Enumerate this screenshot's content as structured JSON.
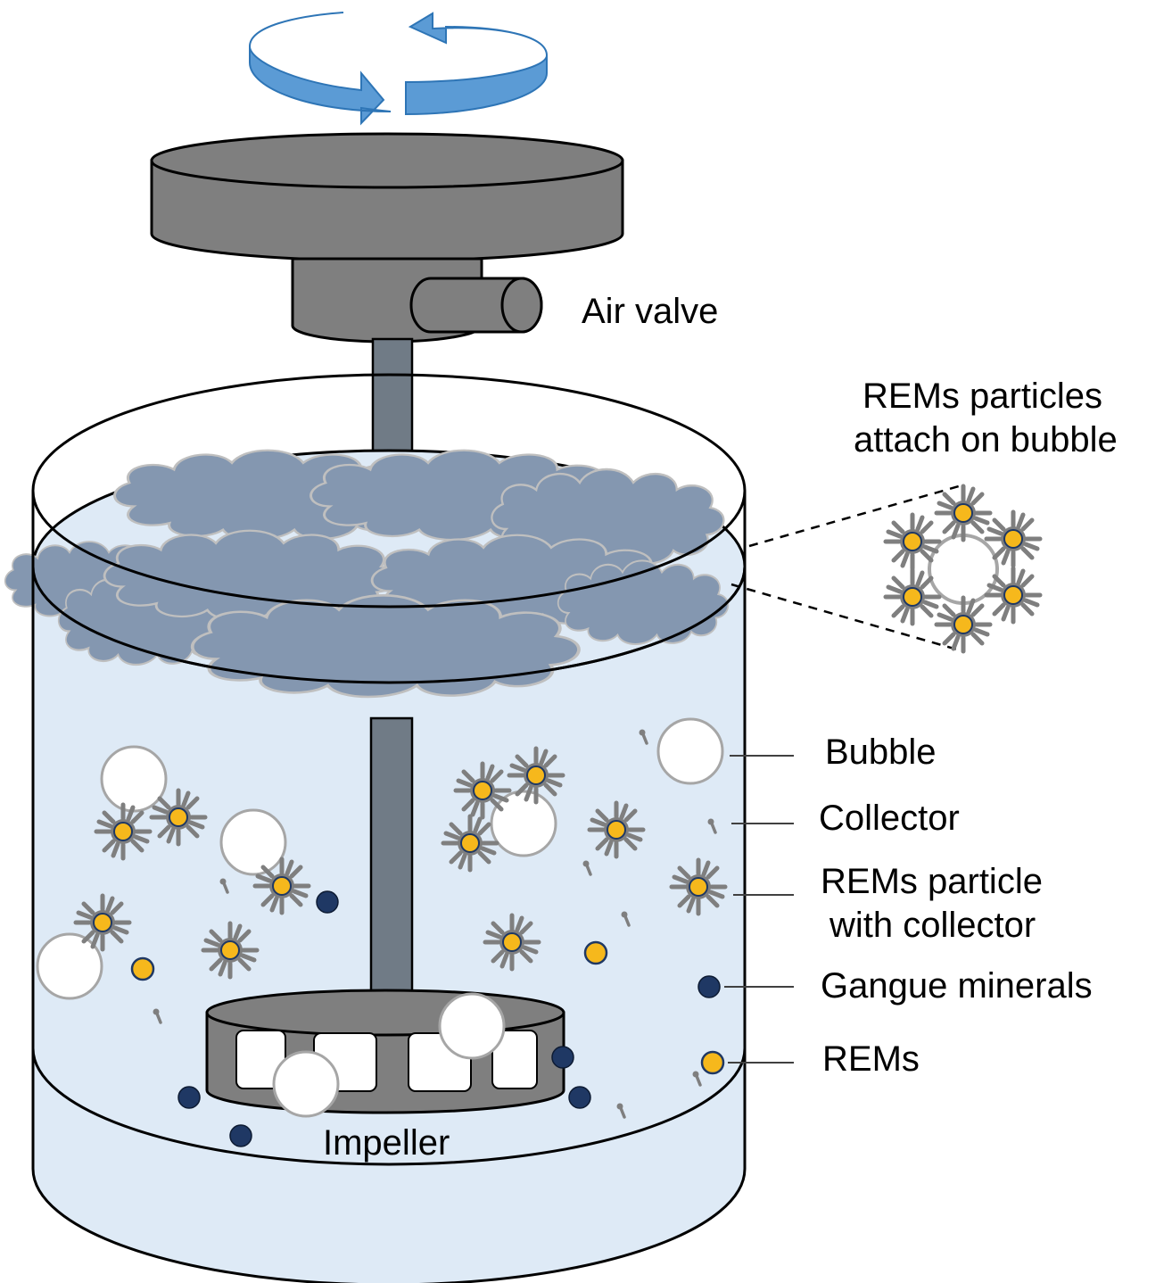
{
  "labels": {
    "air_valve": "Air valve",
    "inset_title_line1": "REMs particles",
    "inset_title_line2": "attach on bubble",
    "bubble": "Bubble",
    "collector": "Collector",
    "rems_with_collector_line1": "REMs particle",
    "rems_with_collector_line2": "with collector",
    "gangue": "Gangue minerals",
    "rems": "REMs",
    "impeller": "Impeller"
  },
  "colors": {
    "rotation_arrow": "#5b9bd5",
    "motor": "#7f7f7f",
    "froth": "#8497b0",
    "froth_outline": "#bfbfbf",
    "liquid": "#deeaf6",
    "bubble": "#ffffff",
    "bubble_outline": "#a6a6a6",
    "rems": "#f6b81c",
    "rems_outline": "#1f3864",
    "gangue": "#1f3864",
    "collector": "#7f7f7f",
    "shaft": "#707b86"
  },
  "icons": [
    "rotation-arrow-icon",
    "air-valve-icon",
    "impeller-icon",
    "bubble-icon",
    "collector-icon",
    "rems-with-collector-icon",
    "gangue-icon",
    "rems-icon"
  ]
}
